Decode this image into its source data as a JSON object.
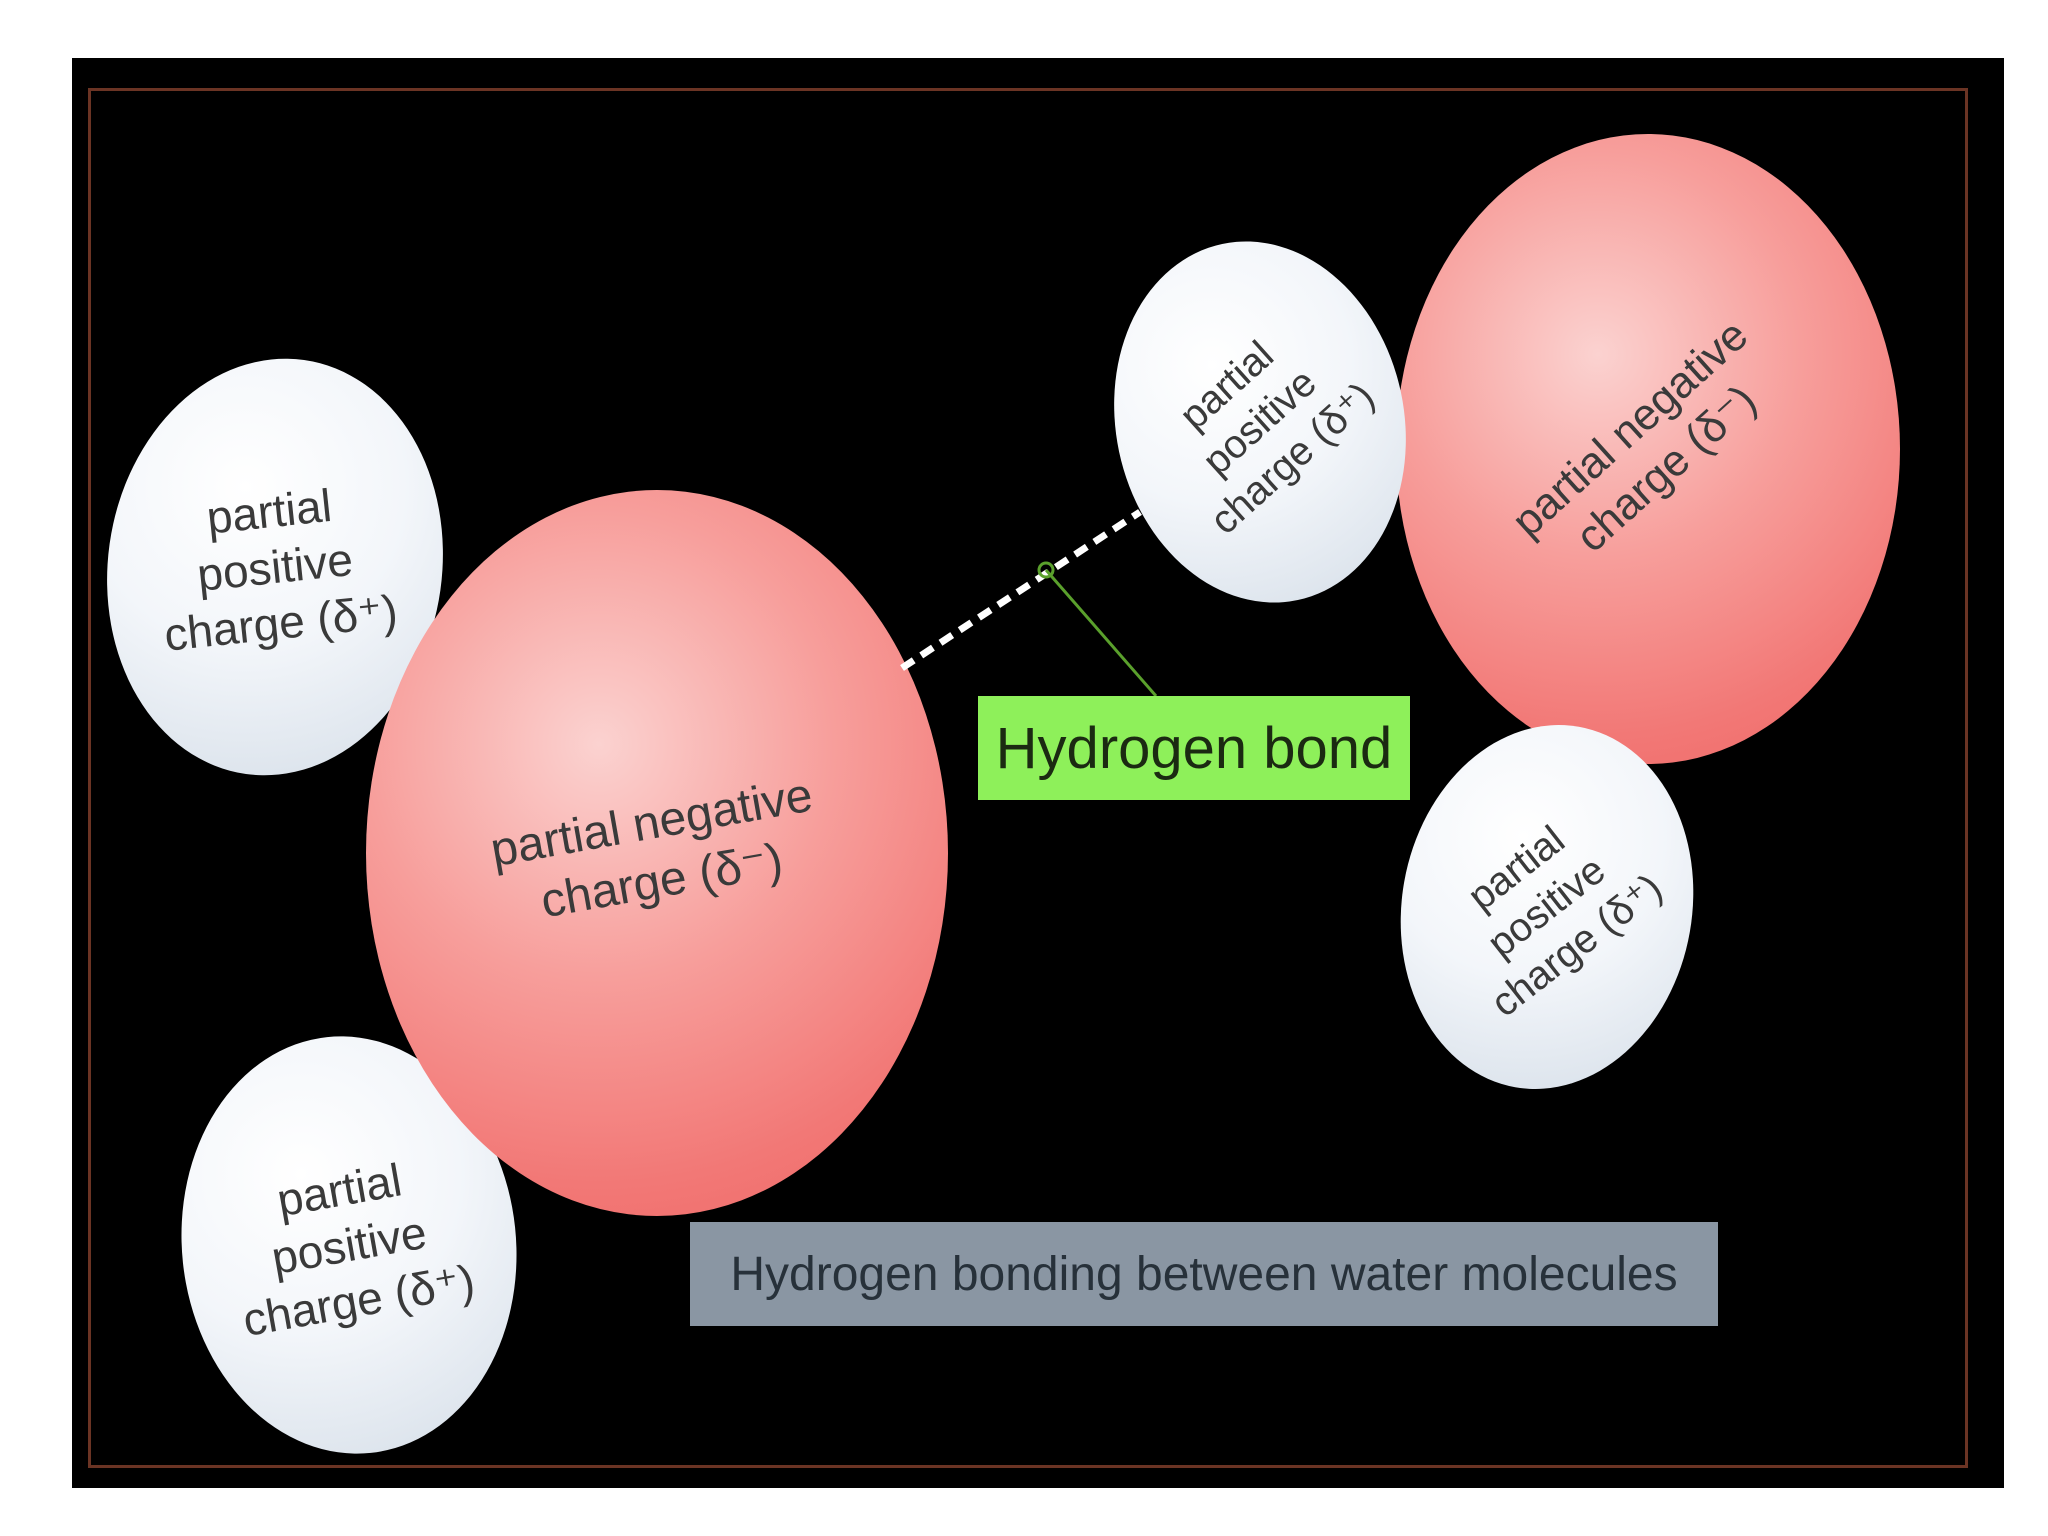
{
  "atoms": {
    "hydrogen_left_top": "partial\npositive\ncharge (δ⁺)",
    "oxygen_left": "partial negative\ncharge (δ⁻)",
    "hydrogen_left_bottom": "partial\npositive\ncharge (δ⁺)",
    "hydrogen_right_top": "partial\npositive\ncharge (δ⁺)",
    "oxygen_right": "partial negative\ncharge (δ⁻)",
    "hydrogen_right_bottom": "partial\npositive\ncharge (δ⁺)"
  },
  "callout": {
    "label": "Hydrogen bond"
  },
  "caption": {
    "text": "Hydrogen bonding between water molecules"
  },
  "colors": {
    "background": "#000000",
    "oxygen": "#f27876",
    "hydrogen": "#f3f6fa",
    "callout": "#8ef05a",
    "caption": "#8a96a3",
    "bond_line": "#ffffff",
    "leader_line": "#5aa02c"
  }
}
